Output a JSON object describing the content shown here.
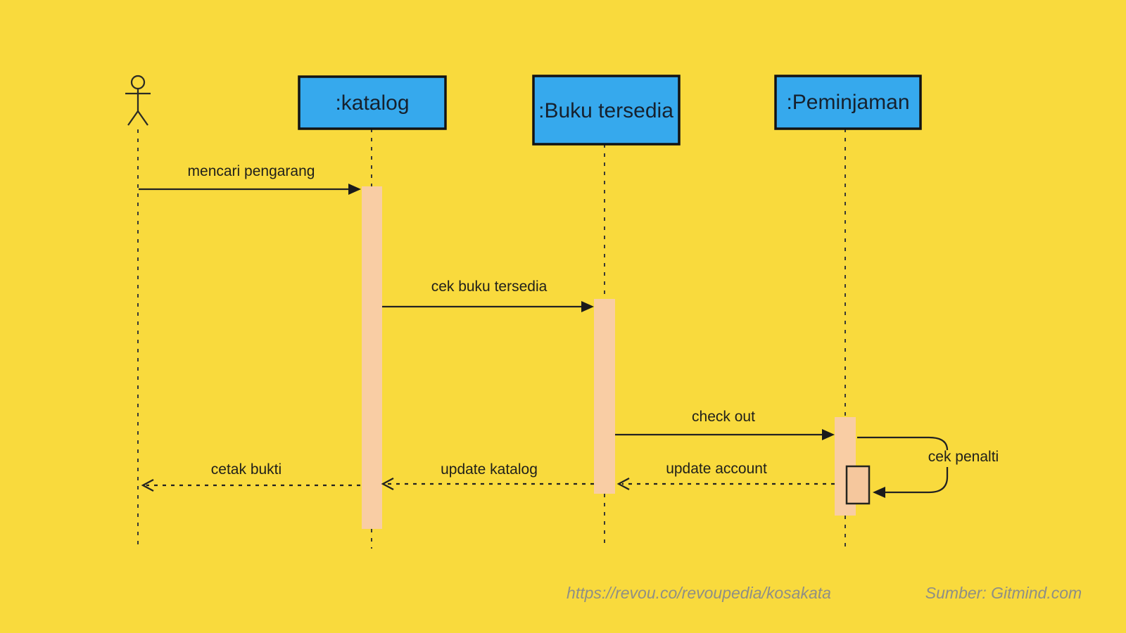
{
  "diagram": {
    "type": "uml-sequence",
    "participants": [
      {
        "id": "user",
        "kind": "actor",
        "label": ""
      },
      {
        "id": "katalog",
        "kind": "object",
        "label": ":katalog"
      },
      {
        "id": "buku-tersedia",
        "kind": "object",
        "label": ":Buku tersedia"
      },
      {
        "id": "peminjaman",
        "kind": "object",
        "label": ":Peminjaman"
      }
    ],
    "messages": [
      {
        "label": "mencari pengarang",
        "from": "user",
        "to": "katalog",
        "line": "solid"
      },
      {
        "label": "cek buku tersedia",
        "from": "katalog",
        "to": "buku-tersedia",
        "line": "solid"
      },
      {
        "label": "check out",
        "from": "buku-tersedia",
        "to": "peminjaman",
        "line": "solid"
      },
      {
        "label": "cek penalti",
        "from": "peminjaman",
        "to": "peminjaman",
        "line": "self"
      },
      {
        "label": "update account",
        "from": "peminjaman",
        "to": "buku-tersedia",
        "line": "dashed"
      },
      {
        "label": "update katalog",
        "from": "buku-tersedia",
        "to": "katalog",
        "line": "dashed"
      },
      {
        "label": "cetak bukti",
        "from": "katalog",
        "to": "user",
        "line": "dashed"
      }
    ],
    "footer": {
      "link": "https://revou.co/revoupedia/kosakata",
      "source": "Sumber: Gitmind.com"
    },
    "colors": {
      "background": "#F9DA3D",
      "participant_fill": "#36A9ED",
      "participant_border": "#121212",
      "activation_fill": "#F9CDA4",
      "line": "#222222",
      "footer_text": "#8F8F85"
    }
  }
}
